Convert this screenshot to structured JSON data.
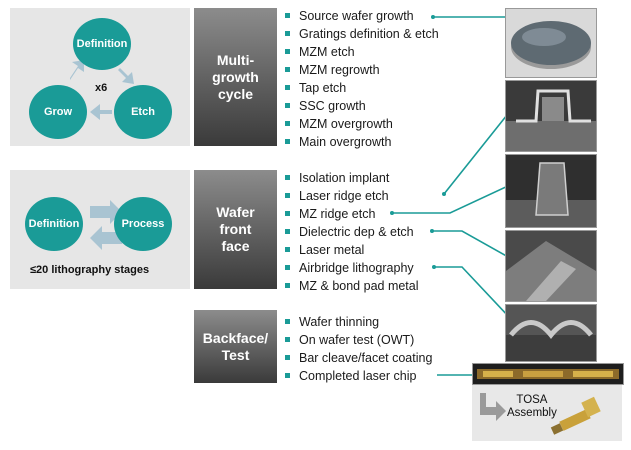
{
  "cycle_diagram": {
    "nodes": [
      "Definition",
      "Grow",
      "Etch"
    ],
    "repeat_label": "x6"
  },
  "front_diagram": {
    "nodes": [
      "Definition",
      "Process"
    ],
    "caption": "≤20 lithography stages"
  },
  "stages": [
    {
      "label": "Multi-\ngrowth\ncycle"
    },
    {
      "label": "Wafer\nfront\nface"
    },
    {
      "label": "Backface/\nTest"
    }
  ],
  "steps": [
    "Source wafer growth",
    "Gratings definition & etch",
    "MZM etch",
    "MZM regrowth",
    "Tap etch",
    "SSC growth",
    "MZM overgrowth",
    "Main overgrowth",
    "Isolation implant",
    "Laser ridge etch",
    "MZ ridge etch",
    "Dielectric dep & etch",
    "Laser metal",
    "Airbridge lithography",
    "MZ & bond pad metal",
    "Wafer thinning",
    "On wafer test (OWT)",
    "Bar cleave/facet coating",
    "Completed laser chip"
  ],
  "tosa": {
    "label": "TOSA\nAssembly"
  },
  "colors": {
    "accent": "#1a9b97",
    "panel": "#e6e6e6",
    "stage_dark": "#3a3a3a",
    "arrow": "#9fbfd0"
  },
  "icons": [
    "wafer-photo",
    "sem-cross-section-photo",
    "laser-chip-photo",
    "tosa-assembly-photo"
  ]
}
